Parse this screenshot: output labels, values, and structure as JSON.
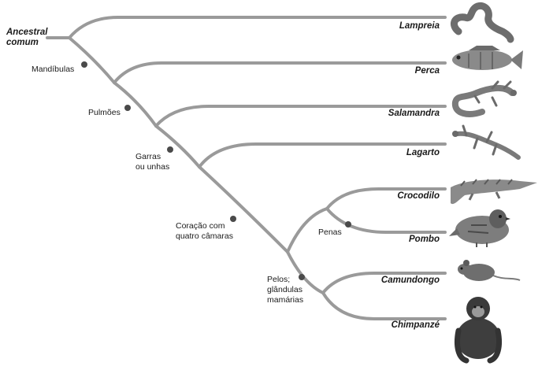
{
  "root_label": [
    "Ancestral",
    "comum"
  ],
  "taxa": [
    "Lampreia",
    "Perca",
    "Salamandra",
    "Lagarto",
    "Crocodilo",
    "Pombo",
    "Camundongo",
    "Chimpanzé"
  ],
  "characters": {
    "mandibulas": [
      "Mandíbulas"
    ],
    "pulmoes": [
      "Pulmões"
    ],
    "garras": [
      "Garras",
      "ou unhas"
    ],
    "coracao": [
      "Coração com",
      "quatro câmaras"
    ],
    "penas": [
      "Penas"
    ],
    "pelos": [
      "Pelos;",
      "glândulas",
      "mamárias"
    ]
  },
  "animal_icons": [
    "lamprey-icon",
    "perch-icon",
    "salamander-icon",
    "lizard-icon",
    "crocodile-icon",
    "pigeon-icon",
    "mouse-icon",
    "chimpanzee-icon"
  ],
  "colors": {
    "branch": "#9a9a9a",
    "node": "#4a4a4a",
    "text": "#1a1a1a"
  }
}
